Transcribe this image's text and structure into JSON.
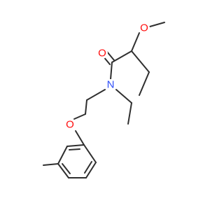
{
  "molecule": {
    "colors": {
      "bond": "#2f2f2f",
      "oxygen": "#ff0d0d",
      "nitrogen": "#3050f8",
      "background": "#ffffff"
    },
    "atoms": {
      "methoxy_oxygen": "O",
      "carbonyl_oxygen": "O",
      "amide_nitrogen": "N",
      "ether_oxygen": "O"
    }
  }
}
